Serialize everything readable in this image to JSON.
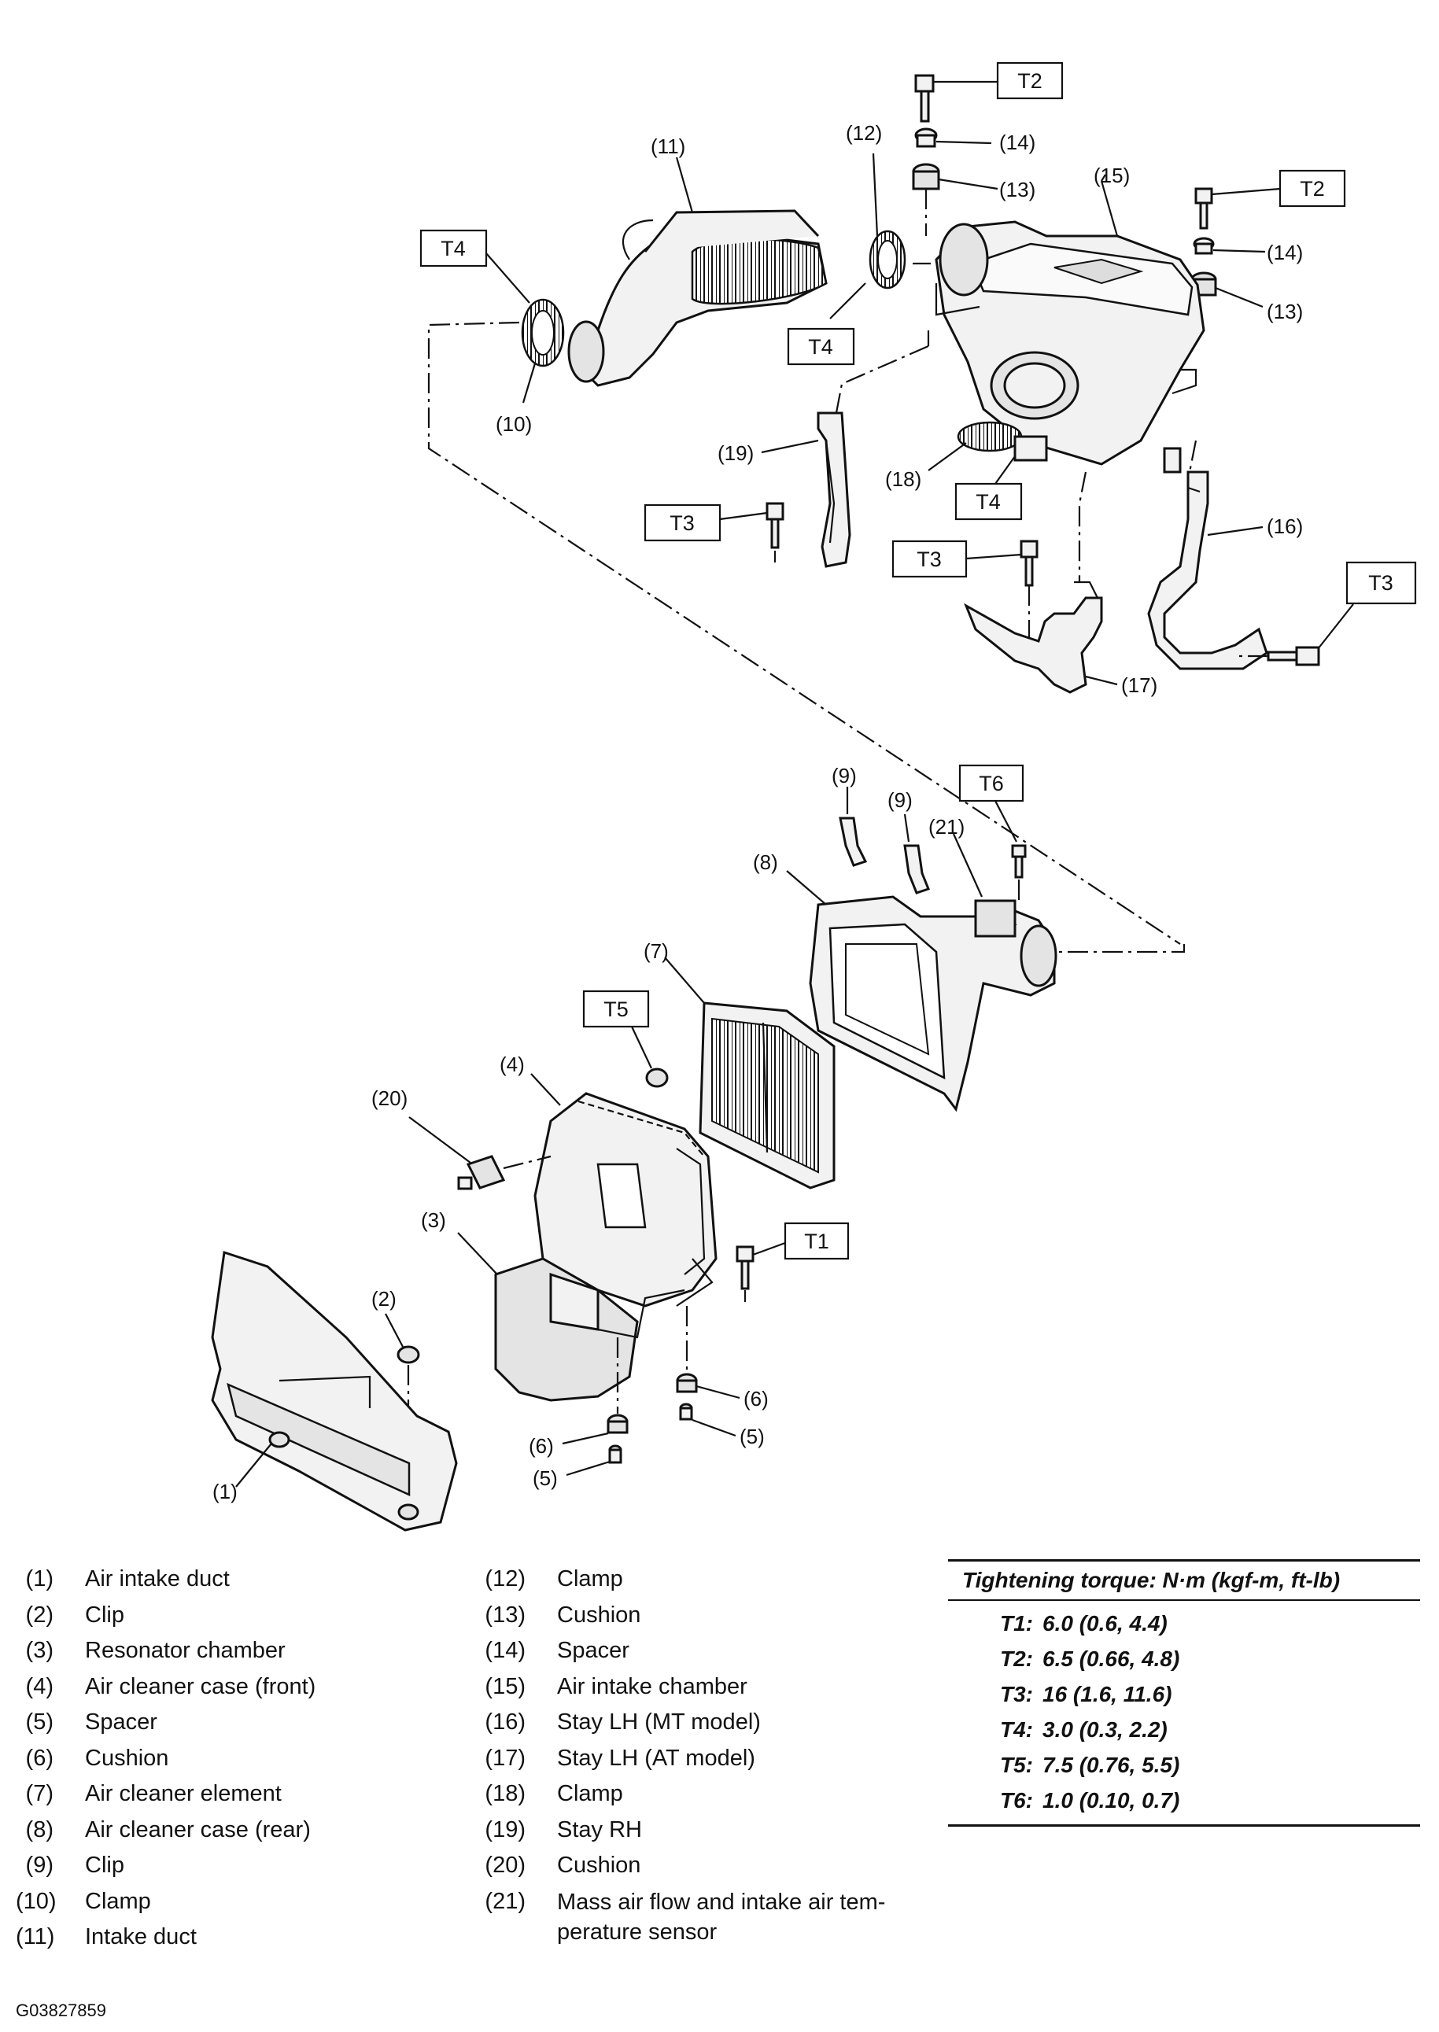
{
  "callouts": {
    "n1": "(1)",
    "n2": "(2)",
    "n3": "(3)",
    "n4": "(4)",
    "n5a": "(5)",
    "n5b": "(5)",
    "n6a": "(6)",
    "n6b": "(6)",
    "n7": "(7)",
    "n8": "(8)",
    "n9a": "(9)",
    "n9b": "(9)",
    "n10": "(10)",
    "n11": "(11)",
    "n12": "(12)",
    "n13a": "(13)",
    "n13b": "(13)",
    "n14a": "(14)",
    "n14b": "(14)",
    "n15": "(15)",
    "n16": "(16)",
    "n17": "(17)",
    "n18": "(18)",
    "n19": "(19)",
    "n20": "(20)",
    "n21": "(21)"
  },
  "torque_tags": {
    "t2a": "T2",
    "t2b": "T2",
    "t4a": "T4",
    "t4b": "T4",
    "t4c": "T4",
    "t3a": "T3",
    "t3b": "T3",
    "t3c": "T3",
    "t6": "T6",
    "t5": "T5",
    "t1": "T1"
  },
  "legend_left": [
    {
      "num": "(1)",
      "name": "Air intake duct"
    },
    {
      "num": "(2)",
      "name": "Clip"
    },
    {
      "num": "(3)",
      "name": "Resonator chamber"
    },
    {
      "num": "(4)",
      "name": "Air cleaner case (front)"
    },
    {
      "num": "(5)",
      "name": "Spacer"
    },
    {
      "num": "(6)",
      "name": "Cushion"
    },
    {
      "num": "(7)",
      "name": "Air cleaner element"
    },
    {
      "num": "(8)",
      "name": "Air cleaner case (rear)"
    },
    {
      "num": "(9)",
      "name": "Clip"
    },
    {
      "num": "(10)",
      "name": "Clamp"
    },
    {
      "num": "(11)",
      "name": "Intake duct"
    }
  ],
  "legend_right": [
    {
      "num": "(12)",
      "name": "Clamp"
    },
    {
      "num": "(13)",
      "name": "Cushion"
    },
    {
      "num": "(14)",
      "name": "Spacer"
    },
    {
      "num": "(15)",
      "name": "Air intake chamber"
    },
    {
      "num": "(16)",
      "name": "Stay LH (MT model)"
    },
    {
      "num": "(17)",
      "name": "Stay LH (AT model)"
    },
    {
      "num": "(18)",
      "name": "Clamp"
    },
    {
      "num": "(19)",
      "name": "Stay RH"
    },
    {
      "num": "(20)",
      "name": "Cushion"
    },
    {
      "num": "(21)",
      "name": "Mass air flow and intake air temperature sensor"
    }
  ],
  "legend_21_line1": "Mass air flow and intake air tem-",
  "legend_21_line2": "perature sensor",
  "torque_table": {
    "title": "Tightening torque: N·m (kgf-m, ft-lb)",
    "rows": [
      {
        "key": "T1:",
        "value": "6.0 (0.6, 4.4)"
      },
      {
        "key": "T2:",
        "value": "6.5 (0.66, 4.8)"
      },
      {
        "key": "T3:",
        "value": "16 (1.6, 11.6)"
      },
      {
        "key": "T4:",
        "value": "3.0 (0.3, 2.2)"
      },
      {
        "key": "T5:",
        "value": "7.5 (0.76, 5.5)"
      },
      {
        "key": "T6:",
        "value": "1.0 (0.10, 0.7)"
      }
    ]
  },
  "figure_code": "G03827859"
}
